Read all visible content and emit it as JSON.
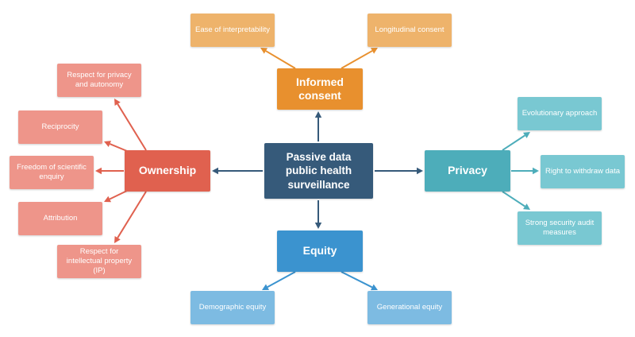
{
  "center": {
    "line1": "Passive data",
    "line2": "public health",
    "line3": "surveillance"
  },
  "branches": {
    "informed_consent": {
      "label_line1": "Informed",
      "label_line2": "consent",
      "color": "#e8902e",
      "leaf_color": "#eeb36b",
      "items": [
        "Ease of interpretability",
        "Longitudinal consent"
      ]
    },
    "ownership": {
      "label": "Ownership",
      "color": "#e0614f",
      "leaf_color": "#ee958a",
      "items": [
        {
          "line1": "Respect for privacy",
          "line2": "and autonomy"
        },
        {
          "line1": "Reciprocity"
        },
        {
          "line1": "Freedom of scientific",
          "line2": "enquiry"
        },
        {
          "line1": "Attribution"
        },
        {
          "line1": "Respect for",
          "line2": "intellectual property",
          "line3": "(IP)"
        }
      ]
    },
    "privacy": {
      "label": "Privacy",
      "color": "#4dadba",
      "leaf_color": "#79c8d2",
      "items": [
        {
          "line1": "Evolutionary approach"
        },
        {
          "line1": "Right to withdraw data"
        },
        {
          "line1": "Strong security audit",
          "line2": "measures"
        }
      ]
    },
    "equity": {
      "label": "Equity",
      "color": "#3b93cf",
      "leaf_color": "#7dbbe2",
      "items": [
        "Demographic equity",
        "Generational equity"
      ]
    }
  },
  "colors": {
    "center": "#365a7a",
    "center_arrows": "#365a7a"
  }
}
